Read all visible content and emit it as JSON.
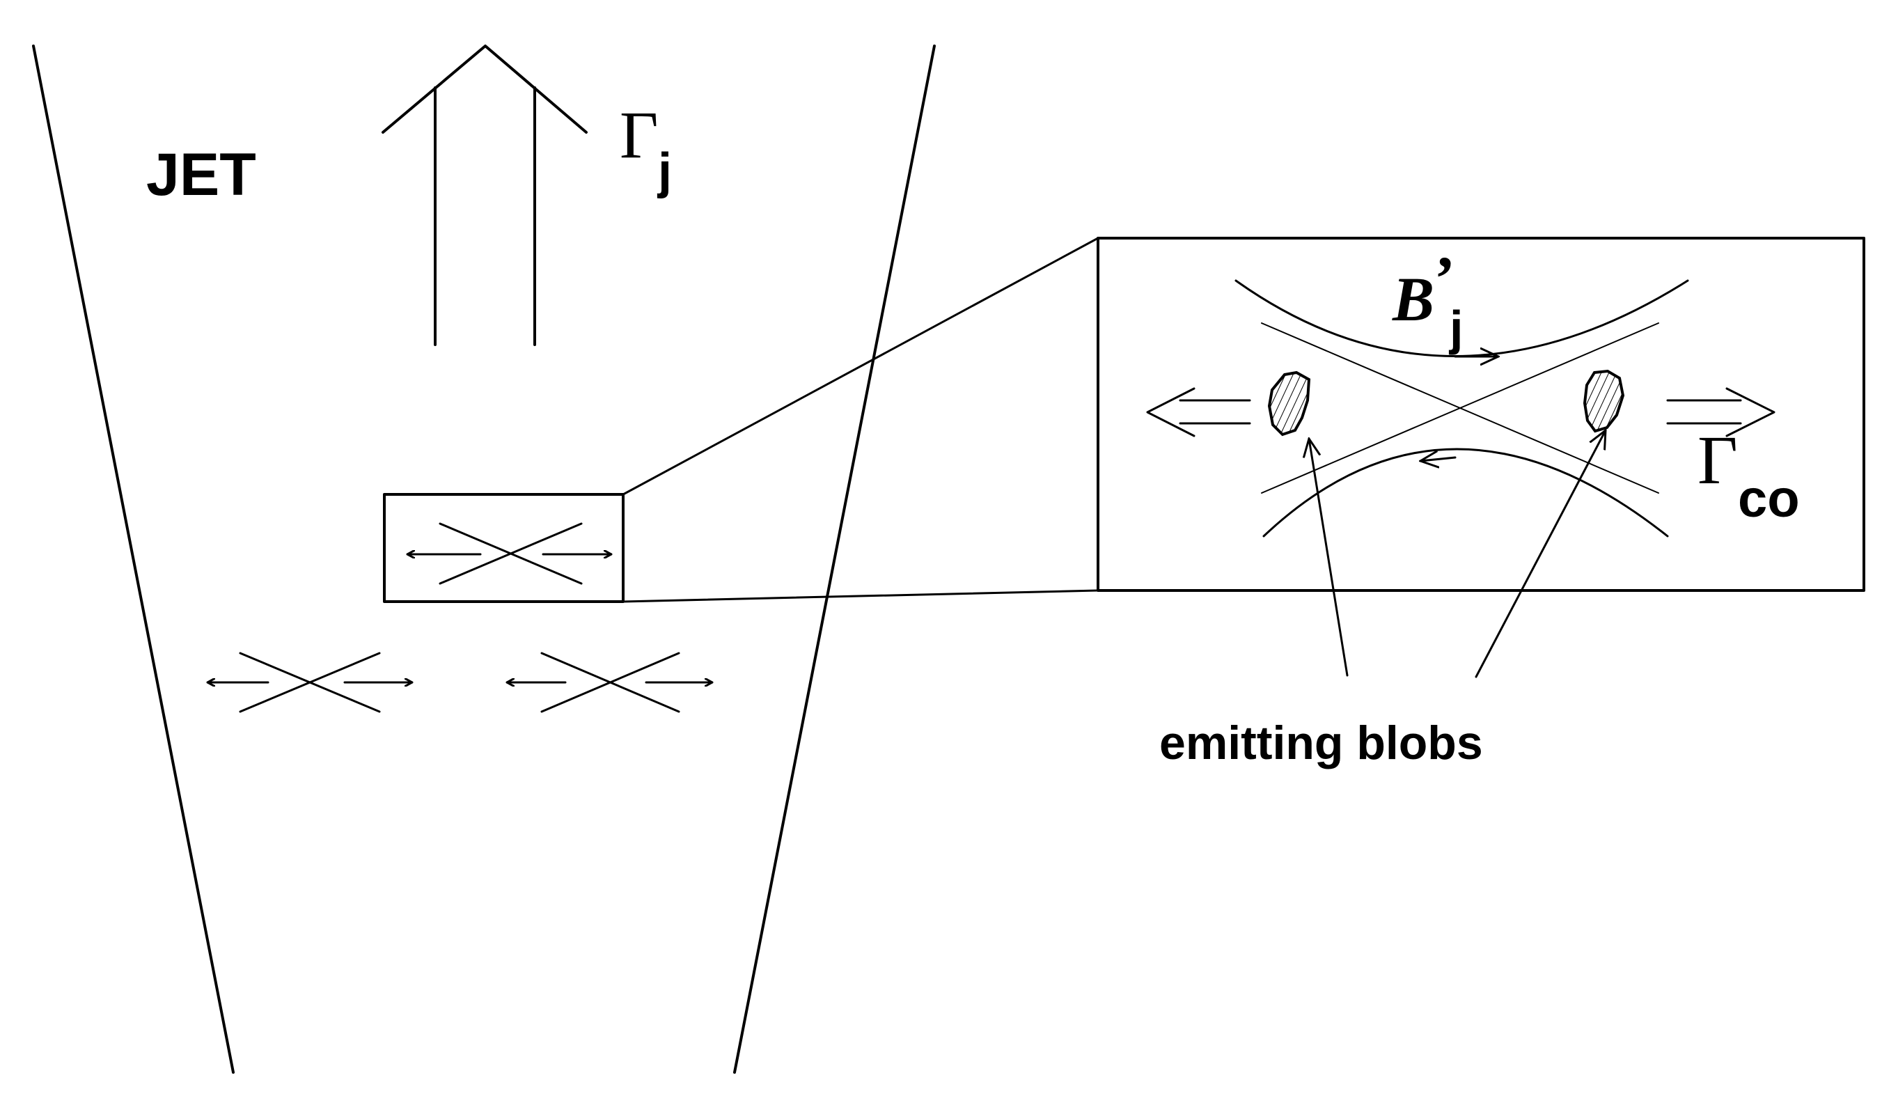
{
  "labels": {
    "jet": "JET",
    "gamma_jet_symbol": "Γ",
    "gamma_jet_sub": "j",
    "field_symbol": "B",
    "field_prime": "’",
    "field_sub": "j",
    "gamma_co_symbol": "Γ",
    "gamma_co_sub": "co",
    "blobs": "emitting blobs"
  }
}
